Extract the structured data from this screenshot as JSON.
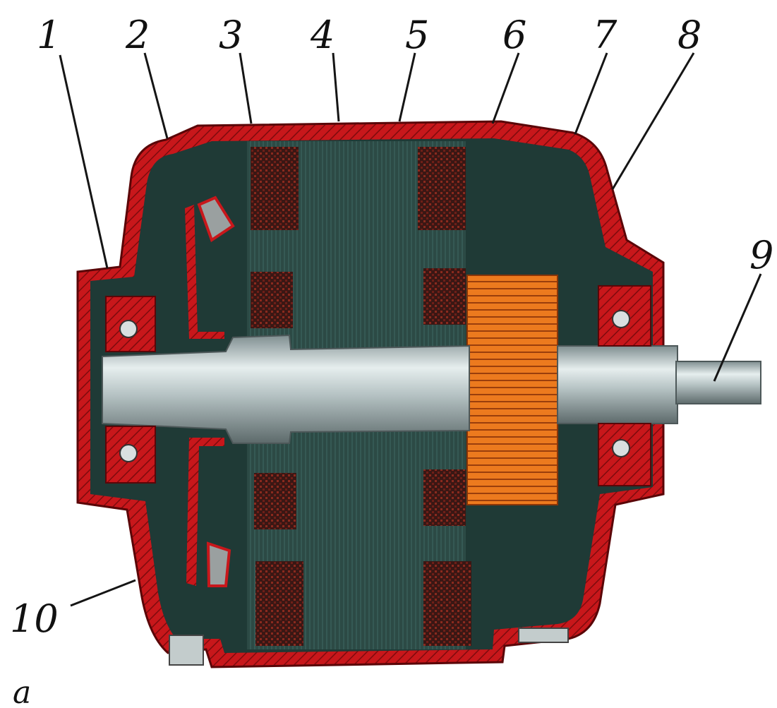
{
  "callouts": {
    "c1": "1",
    "c2": "2",
    "c3": "3",
    "c4": "4",
    "c5": "5",
    "c6": "6",
    "c7": "7",
    "c8": "8",
    "c9": "9",
    "c10": "10"
  },
  "subfigure_label": "a",
  "colors": {
    "housing": "#c8171b",
    "housing_hatch": "#7d0b0e",
    "interior": "#1f3a36",
    "winding": "#3a1714",
    "shaft": "#b9c6c7",
    "commutator": "#ec7a1e",
    "bearing_ball": "#d9dfe0"
  }
}
